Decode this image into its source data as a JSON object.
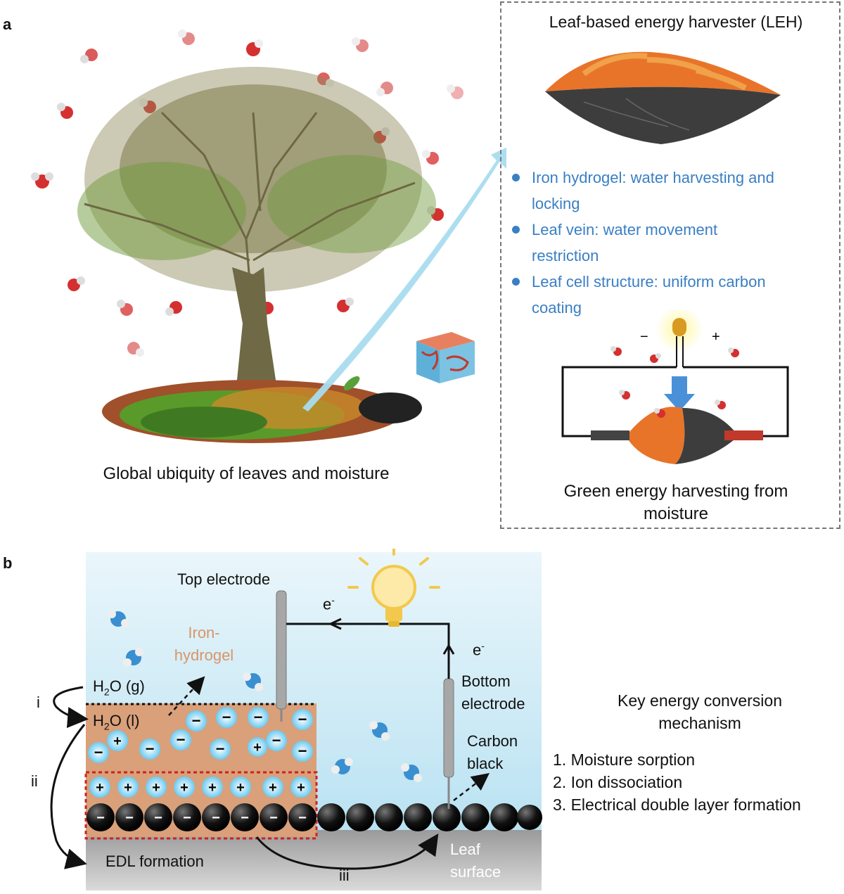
{
  "panel_a": {
    "label": "a",
    "left_caption": "Global ubiquity of leaves and moisture",
    "box_title": "Leaf-based energy harvester (LEH)",
    "features": [
      {
        "line1": "Iron hydrogel: water harvesting and",
        "line2": "locking"
      },
      {
        "line1": "Leaf vein: water movement",
        "line2": "restriction"
      },
      {
        "line1": "Leaf cell structure: uniform carbon",
        "line2": "coating"
      }
    ],
    "circuit_minus": "−",
    "circuit_plus": "+",
    "box_caption_line1": "Green energy harvesting from",
    "box_caption_line2": "moisture"
  },
  "panel_b": {
    "label": "b",
    "top_electrode": "Top electrode",
    "electron_top": "e",
    "electron_right": "e",
    "electron_sup": "-",
    "iron_hydrogel_line1": "Iron-",
    "iron_hydrogel_line2": "hydrogel",
    "bottom_electrode_line1": "Bottom",
    "bottom_electrode_line2": "electrode",
    "h2o_gas": "O (g)",
    "h2o_liquid": "O (l)",
    "h_prefix": "H",
    "h_sub": "2",
    "step_i": "i",
    "step_ii": "ii",
    "step_iii": "iii",
    "carbon_black_line1": "Carbon",
    "carbon_black_line2": "black",
    "edl_formation": "EDL formation",
    "leaf_surface_line1": "Leaf",
    "leaf_surface_line2": "surface",
    "mechanism_title_line1": "Key energy conversion",
    "mechanism_title_line2": "mechanism",
    "mechanism_items": [
      "1. Moisture sorption",
      "2. Ion dissociation",
      "3. Electrical double layer formation"
    ]
  },
  "colors": {
    "feature_blue": "#3a7fc4",
    "hydrogel": "#d9a07a",
    "sky_top": "#dff0f8",
    "ground": "#8a8a8a",
    "edl_box": "#cc2222",
    "orange_leaf": "#e8742a"
  }
}
